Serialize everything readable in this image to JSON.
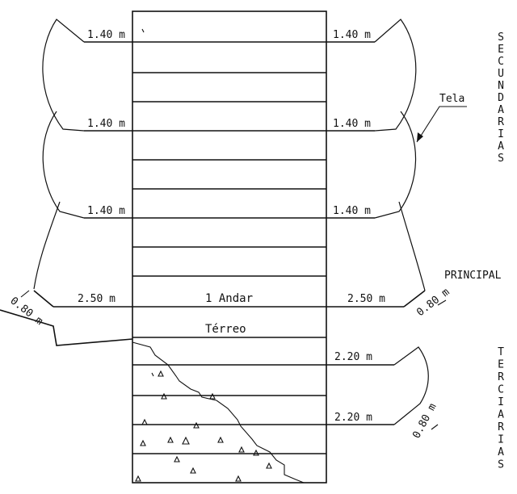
{
  "labels": {
    "left_140": [
      "1.40 m",
      "1.40 m",
      "1.40 m"
    ],
    "right_140": [
      "1.40 m",
      "1.40 m",
      "1.40 m"
    ],
    "left_250": "2.50 m",
    "right_250": "2.50 m",
    "andar": "1 Andar",
    "terreo": "Térreo",
    "right_220": [
      "2.20 m",
      "2.20 m"
    ],
    "left_080": "0.80 m",
    "right_080_principal": "0.80 m",
    "right_080_terciarias": "0.80 m",
    "tela": "Tela",
    "secundarias": "SECUNDARIAS",
    "principal": "PRINCIPAL",
    "terciarias": "TERCIARIAS"
  }
}
